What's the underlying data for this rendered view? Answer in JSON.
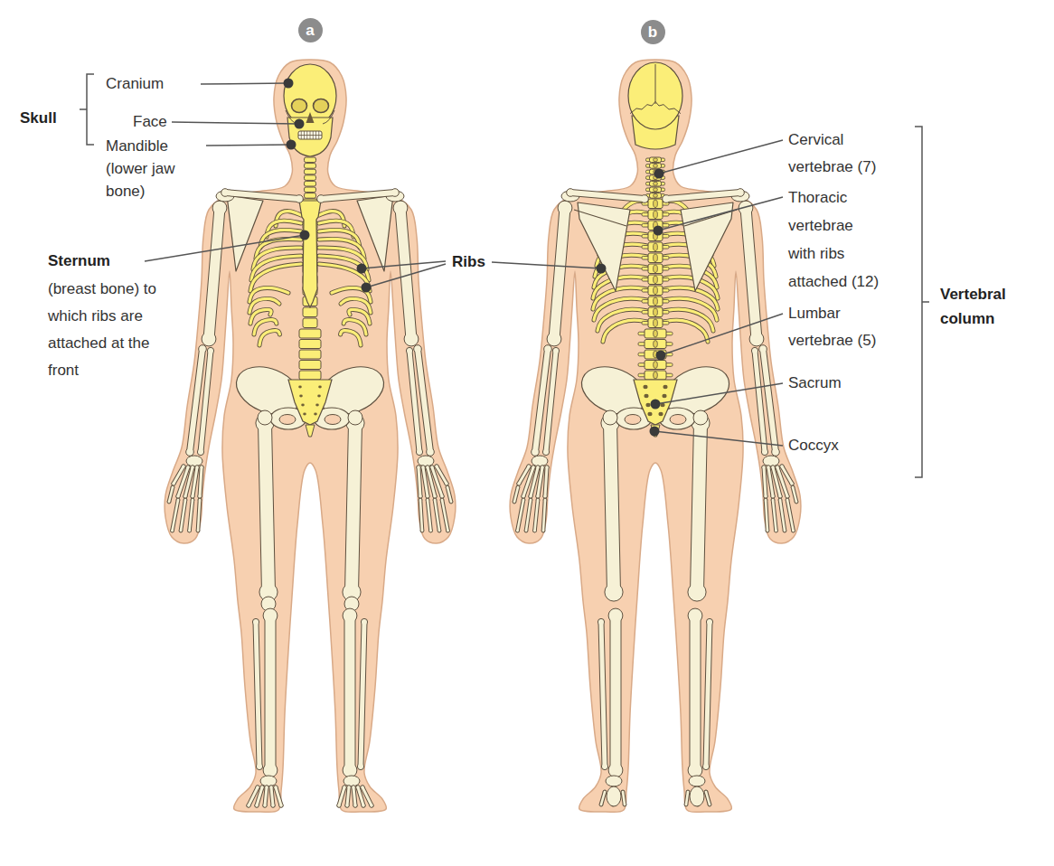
{
  "diagram": {
    "nodes": [
      {
        "text": [
          "a"
        ]
      },
      {
        "text": [
          "b"
        ]
      }
    ],
    "labels": [
      "Skull",
      "Cranium",
      "Face",
      "Mandible (lower jaw bone)",
      "Sternum",
      "(breast bone) to which ribs are attached at the front",
      "Ribs",
      "Cervical vertebrae (7)",
      "Thoracic vertebrae with ribs attached (12)",
      "Lumbar vertebrae (5)",
      "Sacrum",
      "Coccyx",
      "Vertebral column"
    ]
  }
}
